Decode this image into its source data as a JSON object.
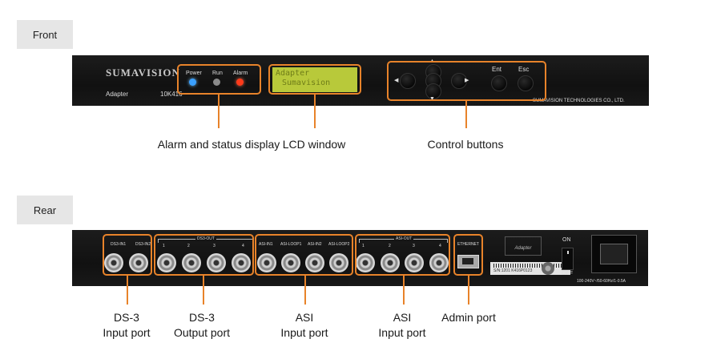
{
  "sections": {
    "front": "Front",
    "rear": "Rear"
  },
  "front_panel": {
    "brand": "SUMAVISION",
    "model_name": "Adapter",
    "model_number": "10K416",
    "company": "SUMAVISION TECHNOLOGIES CO., LTD.",
    "leds": [
      {
        "label": "Power",
        "color": "#3aa0ff"
      },
      {
        "label": "Run",
        "color": "#8a8a8a"
      },
      {
        "label": "Alarm",
        "color": "#ff3a1a"
      }
    ],
    "lcd_lines": [
      "Adapter",
      "Sumavision"
    ],
    "enter_label": "Ent",
    "escape_label": "Esc"
  },
  "front_captions": {
    "status": "Alarm and status display",
    "lcd": "LCD window",
    "controls": "Control buttons"
  },
  "rear_panel": {
    "port_labels": {
      "ds3_in1": "DS3-IN1",
      "ds3_in2": "DS3-IN2",
      "ds3_out": "DS3-OUT",
      "ds3_out_nums": [
        "1",
        "2",
        "3",
        "4"
      ],
      "asi_in1": "ASI-IN1",
      "asi_loop1": "ASI-LOOP1",
      "asi_in2": "ASI-IN2",
      "asi_loop2": "ASI-LOOP2",
      "asi_out": "ASI-OUT",
      "asi_out_nums": [
        "1",
        "2",
        "3",
        "4"
      ],
      "ethernet": "ETHERNET",
      "on": "ON",
      "off": "OFF"
    },
    "label_plate": "Adapter",
    "serial": "S/N:1201 K416P0123",
    "power_rating": "100-240V~/50-60Hz/1-0.5A"
  },
  "rear_captions": {
    "ds3_in": [
      "DS-3",
      "Input port"
    ],
    "ds3_out": [
      "DS-3",
      "Output port"
    ],
    "asi_in": [
      "ASI",
      "Input port"
    ],
    "asi_out": [
      "ASI",
      "Input port"
    ],
    "admin": "Admin port"
  },
  "colors": {
    "callout": "#e8832a",
    "lcd_backlight": "#b8c93a"
  }
}
